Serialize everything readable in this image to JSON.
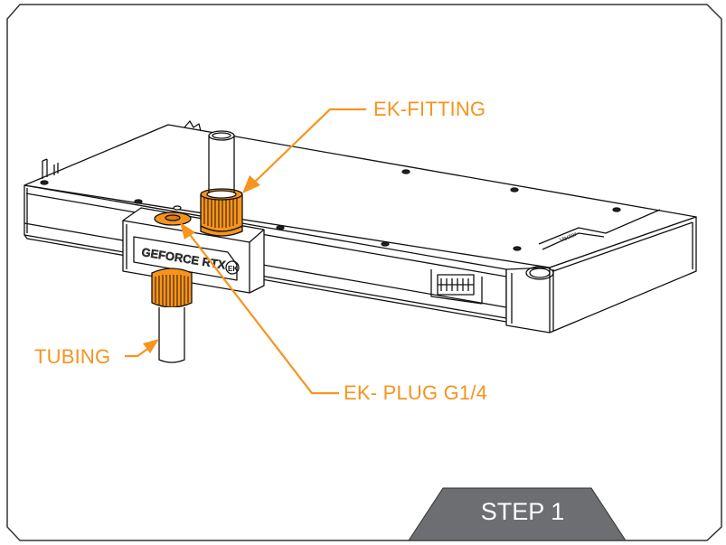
{
  "diagram": {
    "title": "GPU water block assembly step",
    "labels": {
      "fitting": "EK-FITTING",
      "tubing": "TUBING",
      "plug": "EK- PLUG G1/4"
    },
    "product_marking": "GEFORCE RTX",
    "logo_marking": "EK",
    "step_badge": "STEP 1",
    "colors": {
      "accent": "#f7941d",
      "line": "#1a1a1a",
      "badge_fill": "#6d6e71",
      "badge_text": "#ffffff",
      "frame": "#333333",
      "background": "#ffffff"
    }
  }
}
